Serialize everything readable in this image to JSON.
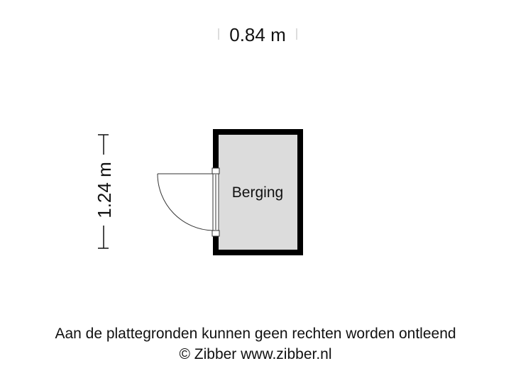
{
  "dimensions": {
    "width_label": "0.84 m",
    "height_label": "1.24 m"
  },
  "rooms": [
    {
      "label": "Berging"
    }
  ],
  "colors": {
    "wall": "#000000",
    "room_fill": "#dcdcdc",
    "line": "#111111",
    "background": "#ffffff"
  },
  "footer": {
    "disclaimer": "Aan de plattegronden kunnen geen rechten worden ontleend",
    "copyright": "© Zibber www.zibber.nl"
  }
}
